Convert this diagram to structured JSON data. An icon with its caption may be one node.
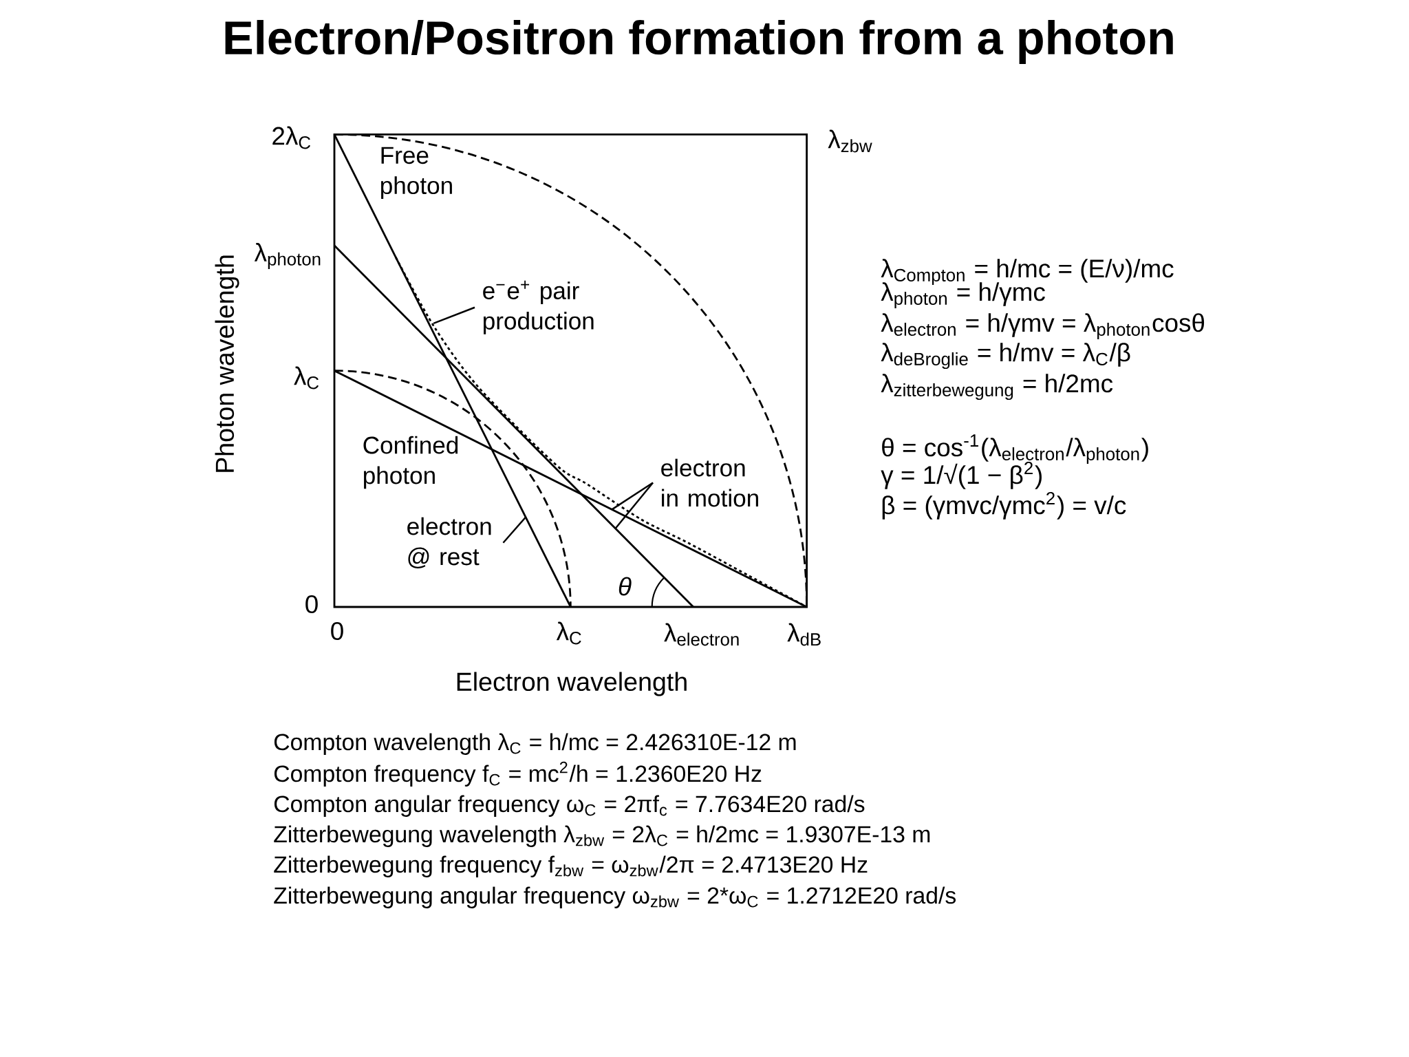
{
  "diagram": {
    "title": "Electron/Positron formation from a photon",
    "nodes": [
      {
        "text": [
          "e$^{−}$e$^{+}$ pair production"
        ]
      },
      {
        "text": [
          "electron in motion"
        ]
      },
      {
        "text": [
          "electron @ rest"
        ]
      }
    ],
    "edges": [
      {
        "from": 0,
        "to": null,
        "arrow": "none"
      },
      {
        "from": 1,
        "to": null,
        "arrow": "none"
      },
      {
        "from": 1,
        "to": null,
        "arrow": "none"
      },
      {
        "from": 2,
        "to": null,
        "arrow": "none"
      }
    ],
    "labels": [
      "2λ$_{C}$",
      "λ$_{zbw}$",
      "Free photon",
      "λ$_{photon}$",
      "Photon wavelength",
      "λ$_{C}$",
      "Confined photon",
      "θ",
      "0",
      "0",
      "λ$_{C}$",
      "λ$_{electron}$",
      "λ$_{dB}$",
      "Electron wavelength",
      "λ$_{Compton}$ = h/mc = (E/ν)/mc",
      "λ$_{photon}$ = h/γmc",
      "λ$_{electron}$ = h/γmv = λ$_{photon}$cosθ",
      "λ$_{deBroglie}$ = h/mv = λ$_{C}$/β",
      "λ$_{zitterbewegung}$ = h/2mc",
      "θ = cos$^{-1}$(λ$_{electron}$/λ$_{photon}$)",
      "γ = 1/√(1 − β$^{2}$)",
      "β = (γmvc/γmc$^{2}$) = v/c",
      "Compton wavelength λ$_{C}$ = h/mc = 2.426310E-12 m",
      "Compton frequency f$_{C}$ = mc$^{2}$/h = 1.2360E20 Hz",
      "Compton angular frequency ω$_{C}$ = 2πf$_{c}$ = 7.7634E20 rad/s",
      "Zitterbewegung wavelength λ$_{zbw}$ = 2λ$_{C}$ = h/2mc = 1.9307E-13 m",
      "Zitterbewegung frequency f$_{zbw}$ = ω$_{zbw}$/2π = 2.4713E20 Hz",
      "Zitterbewegung angular frequency ω$_{zbw}$ = 2*ω$_{C}$ = 1.2712E20 rad/s"
    ]
  }
}
